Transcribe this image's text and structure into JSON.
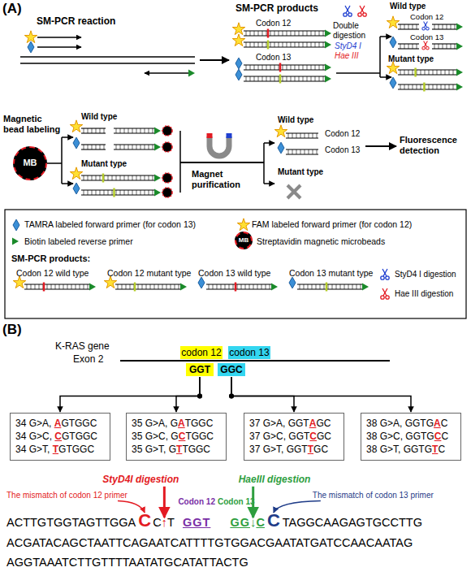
{
  "diagram": {
    "nodes": [
      {
        "text": [
          "MB"
        ]
      },
      {
        "text": [
          "MB"
        ]
      },
      {
        "text": [
          "codon 12"
        ]
      },
      {
        "text": [
          "codon 13"
        ]
      },
      {
        "text": [
          "GGT"
        ]
      },
      {
        "text": [
          "GGC"
        ]
      },
      {
        "text": [
          "34 G>A, AGTGGC",
          "34 G>C, CGTGGC",
          "34 G>T, TGTGGC"
        ]
      },
      {
        "text": [
          "35 G>A, GATGGC",
          "35 G>C, GCTGGC",
          "35 G>T, GTTGGC"
        ]
      },
      {
        "text": [
          "37 G>A, GGTAGC",
          "37 G>C, GGTCGC",
          "37 G>T, GGTTGC"
        ]
      },
      {
        "text": [
          "38 G>A, GGTGAC",
          "38 G>C, GGTGCC",
          "38 G>T, GGTGTC"
        ]
      }
    ],
    "edges": [
      {
        "from": 4,
        "to": 6,
        "arrow": "to"
      },
      {
        "from": 4,
        "to": 7,
        "arrow": "to"
      },
      {
        "from": 5,
        "to": 8,
        "arrow": "to"
      },
      {
        "from": 5,
        "to": 9,
        "arrow": "to"
      }
    ],
    "labels": [
      "(A)",
      "SM-PCR reaction",
      "SM-PCR products",
      "Codon 12",
      "Codon 13",
      "Double digestion",
      "StyD4 I",
      "Hae III",
      "Wild type",
      "Codon 12",
      "Codon 13",
      "Mutant type",
      "Magnetic bead labeling",
      "Wild type",
      "Mutant type",
      "Magnet purification",
      "Wild type",
      "Codon 12",
      "Codon 13",
      "Mutant type",
      "Fluorescence detection",
      "SM-PCR products:",
      "(B)",
      "K-RAS gene",
      "Exon 2",
      "StyD4I digestion",
      "HaeIII digestion",
      "The mismatch of codon 12 primer",
      "Codon 12",
      "Codon 13",
      "The mismatch of codon 13 primer",
      "ACTTGTGGTAGTTGGA",
      "C",
      "C",
      "↑",
      "T",
      "GGT",
      "GG",
      "↓",
      "C",
      "C",
      "TAGGCAAGAGTGCCTTG",
      "ACGATACAGCTAATTCAGAATCATTTTGTGGACGAATATGATCCAACAATAG",
      "AGGTAAATCTTGTTTTAATATGCATATTACTG"
    ],
    "legend": [
      {
        "text": "TAMRA labeled forward primer (for codon 13)"
      },
      {
        "text": "FAM labeled forward primer (for codon 12)"
      },
      {
        "text": "Biotin labeled reverse primer"
      },
      {
        "text": "Streptavidin magnetic microbeads"
      },
      {
        "text": "Codon 12 wild type"
      },
      {
        "text": "Codon 12 mutant type"
      },
      {
        "text": "Codon 13 wild type"
      },
      {
        "text": "Codon 13 mutant type"
      },
      {
        "text": "StyD4 I digestion"
      },
      {
        "text": "Hae III digestion"
      }
    ]
  }
}
